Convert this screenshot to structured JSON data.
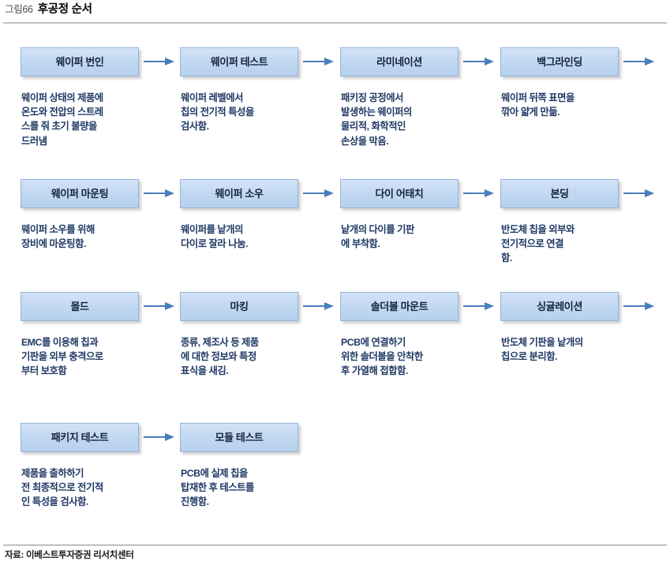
{
  "header": {
    "figure_number": "그림66",
    "title": "후공정 순서"
  },
  "footer": {
    "source": "자료: 이베스트투자증권 리서치센터"
  },
  "colors": {
    "box_fill_top": "#d3e3f7",
    "box_fill_bottom": "#b6d0ee",
    "box_border": "#95b3d7",
    "arrow": "#4a7ebb",
    "label_text": "#15233f",
    "desc_text": "#1f3864",
    "rule": "#bfbfbf"
  },
  "rows": [
    {
      "row_index": 0,
      "trailing_arrow": true,
      "nodes": [
        {
          "label": "웨이퍼 번인",
          "desc": "웨이퍼 상태의 제품에\n온도와 전압의 스트레\n스를 줘 초기 불량을\n드러냄",
          "arrow_after": true
        },
        {
          "label": "웨이퍼 테스트",
          "desc": "웨이퍼 레벨에서\n칩의 전기적 특성을\n검사함.",
          "arrow_after": true
        },
        {
          "label": "라미네이션",
          "desc": "패키징 공정에서\n발생하는 웨이퍼의\n물리적, 화학적인\n손상을 막음.",
          "arrow_after": true
        },
        {
          "label": "백그라인딩",
          "desc": "웨이퍼 뒤쪽 표면을\n깎아 얇게 만듦.",
          "arrow_after": true
        }
      ]
    },
    {
      "row_index": 1,
      "trailing_arrow": true,
      "nodes": [
        {
          "label": "웨이퍼 마운팅",
          "desc": "웨이퍼 소우를 위해\n장비에 마운팅함.",
          "arrow_after": true
        },
        {
          "label": "웨이퍼 소우",
          "desc": "웨이퍼를 낱개의\n다이로 잘라 나눔.",
          "arrow_after": true
        },
        {
          "label": "다이 어태치",
          "desc": "낱개의 다이를 기판\n에 부착함.",
          "arrow_after": true
        },
        {
          "label": "본딩",
          "desc": "반도체 칩을 외부와\n전기적으로 연결\n함.",
          "arrow_after": true
        }
      ]
    },
    {
      "row_index": 2,
      "trailing_arrow": true,
      "nodes": [
        {
          "label": "몰드",
          "desc": "EMC를 이용해 칩과\n기판을 외부 충격으로\n부터 보호함",
          "arrow_after": true
        },
        {
          "label": "마킹",
          "desc": "종류, 제조사 등 제품\n에 대한 정보와 특정\n표식을 새김.",
          "arrow_after": true
        },
        {
          "label": "솔더볼 마운트",
          "desc": "PCB에 연결하기\n위한 솔더볼을 안착한\n후 가열해 접합함.",
          "arrow_after": true
        },
        {
          "label": "싱귤레이션",
          "desc": "반도체 기판을 낱개의\n칩으로 분리함.",
          "arrow_after": true
        }
      ]
    },
    {
      "row_index": 3,
      "trailing_arrow": false,
      "nodes": [
        {
          "label": "패키지 테스트",
          "desc": "제품을 출하하기\n전 최종적으로 전기적\n인 특성을 검사함.",
          "arrow_after": true
        },
        {
          "label": "모듈 테스트",
          "desc": "PCB에 실제 칩을\n탑재한 후 테스트를\n진행함.",
          "arrow_after": false
        }
      ]
    }
  ]
}
